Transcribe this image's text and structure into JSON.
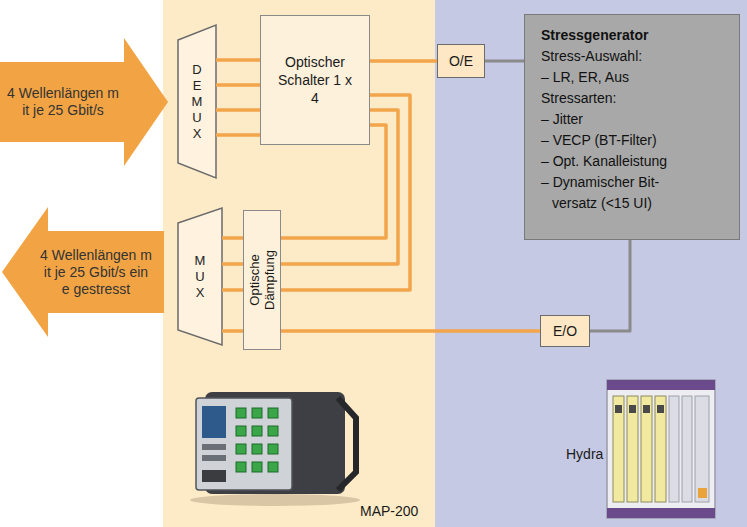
{
  "diagram": {
    "nodes": [
      {
        "text": [
          "MAP-200"
        ]
      },
      {
        "text": [
          "Hydra"
        ]
      },
      {
        "text": [
          "4 Wellenlängen mit je 25 Gbit/s"
        ]
      },
      {
        "text": [
          "D E M U X"
        ],
        "in": 0
      },
      {
        "text": [
          "Optischer Schalter 1 x 4"
        ],
        "in": 0
      },
      {
        "text": [
          "O/E"
        ],
        "in": 1
      },
      {
        "text": [
          "Stressgenerator",
          "Stress-Auswahl:",
          "– LR, ER, Aus",
          "Stressarten:",
          "– Jitter",
          "– VECP (BT-Filter)",
          "– Opt. Kanalleistung",
          "– Dynamischer Bit- versatz (<15 UI)"
        ],
        "in": 1
      },
      {
        "text": [
          "4 Wellenlängen mit je 25 Gbit/s eine gestresst"
        ]
      },
      {
        "text": [
          "M U X"
        ],
        "in": 0
      },
      {
        "text": [
          "Optische Dämpfung"
        ],
        "in": 0
      },
      {
        "text": [
          "E/O"
        ],
        "in": 1
      }
    ],
    "edges": [
      {
        "from": 3,
        "to": 4,
        "arrow": "none"
      },
      {
        "from": 3,
        "to": 4,
        "arrow": "none"
      },
      {
        "from": 3,
        "to": 4,
        "arrow": "none"
      },
      {
        "from": 3,
        "to": 4,
        "arrow": "none"
      },
      {
        "from": 4,
        "to": 5,
        "arrow": "none"
      },
      {
        "from": 5,
        "to": 6,
        "arrow": "none"
      },
      {
        "from": 6,
        "to": 10,
        "arrow": "none"
      },
      {
        "from": 10,
        "to": 9,
        "arrow": "none"
      },
      {
        "from": 4,
        "to": 9,
        "arrow": "none"
      },
      {
        "from": 4,
        "to": 9,
        "arrow": "none"
      },
      {
        "from": 4,
        "to": 9,
        "arrow": "none"
      },
      {
        "from": 9,
        "to": 8,
        "arrow": "none"
      },
      {
        "from": 9,
        "to": 8,
        "arrow": "none"
      },
      {
        "from": 9,
        "to": 8,
        "arrow": "none"
      },
      {
        "from": 9,
        "to": 8,
        "arrow": "none"
      }
    ]
  }
}
